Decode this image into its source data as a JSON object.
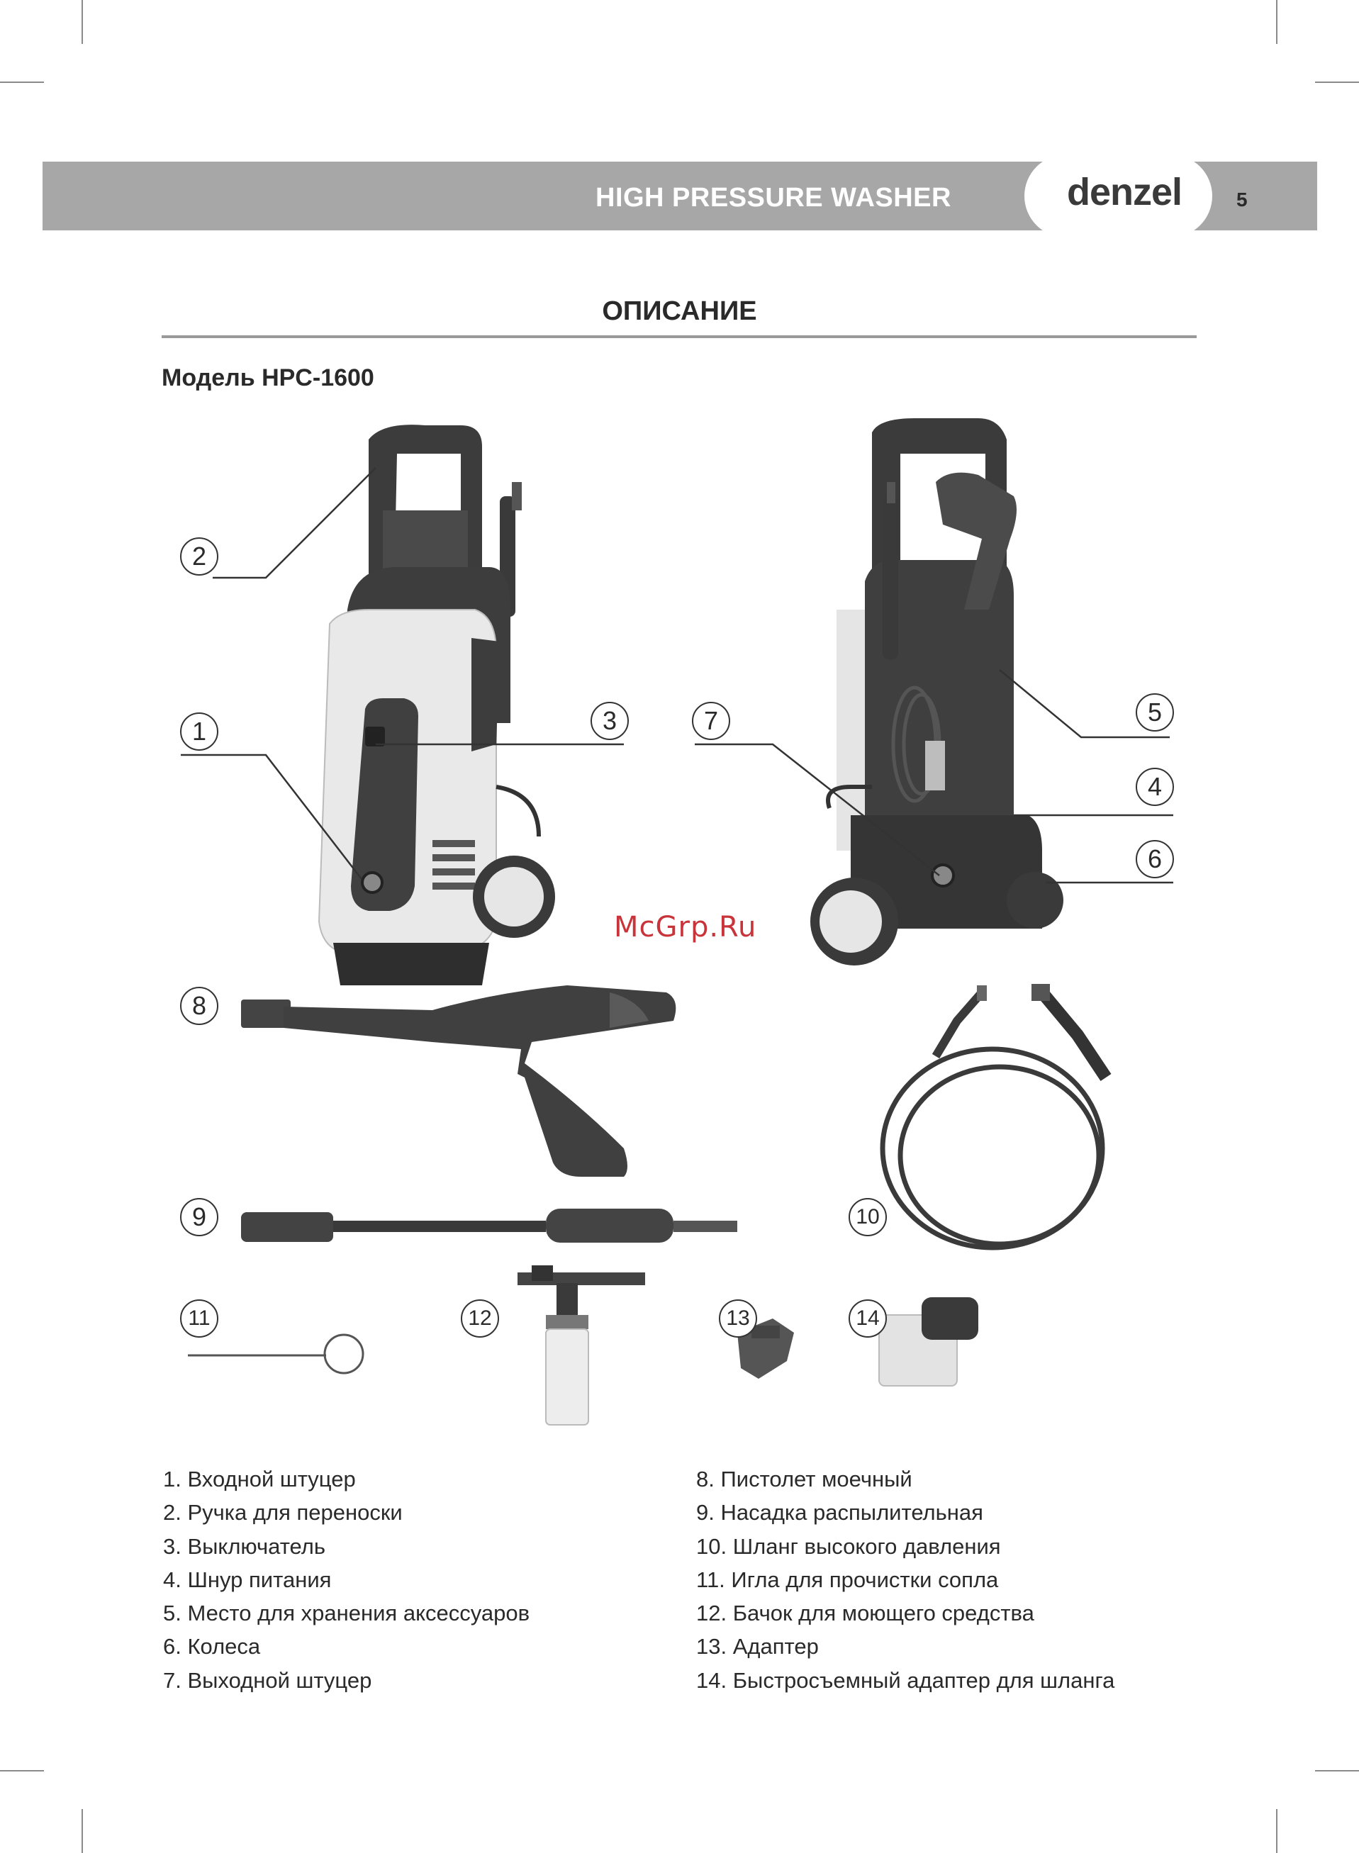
{
  "header": {
    "title": "HIGH PRESSURE WASHER",
    "logo": "denzel",
    "page_number": "5"
  },
  "section": {
    "title": "ОПИСАНИЕ",
    "model": "Модель HPC-1600"
  },
  "watermark": "McGrp.Ru",
  "callouts": [
    "1",
    "2",
    "3",
    "4",
    "5",
    "6",
    "7",
    "8",
    "9",
    "10",
    "11",
    "12",
    "13",
    "14"
  ],
  "legend": {
    "left": [
      "1. Входной штуцер",
      "2. Ручка для переноски",
      "3. Выключатель",
      "4. Шнур питания",
      "5. Место для хранения аксессуаров",
      "6. Колеса",
      "7. Выходной штуцер"
    ],
    "right": [
      "8. Пистолет моечный",
      "9. Насадка распылительная",
      "10. Шланг высокого давления",
      "11. Игла для прочистки сопла",
      "12. Бачок для моющего средства",
      "13. Адаптер",
      "14. Быстросъемный адаптер для шланга"
    ]
  },
  "colors": {
    "header_band": "#a7a7a7",
    "body_dark": "#3d3d3d",
    "body_light": "#e9e9e9",
    "watermark": "#c9333a"
  }
}
